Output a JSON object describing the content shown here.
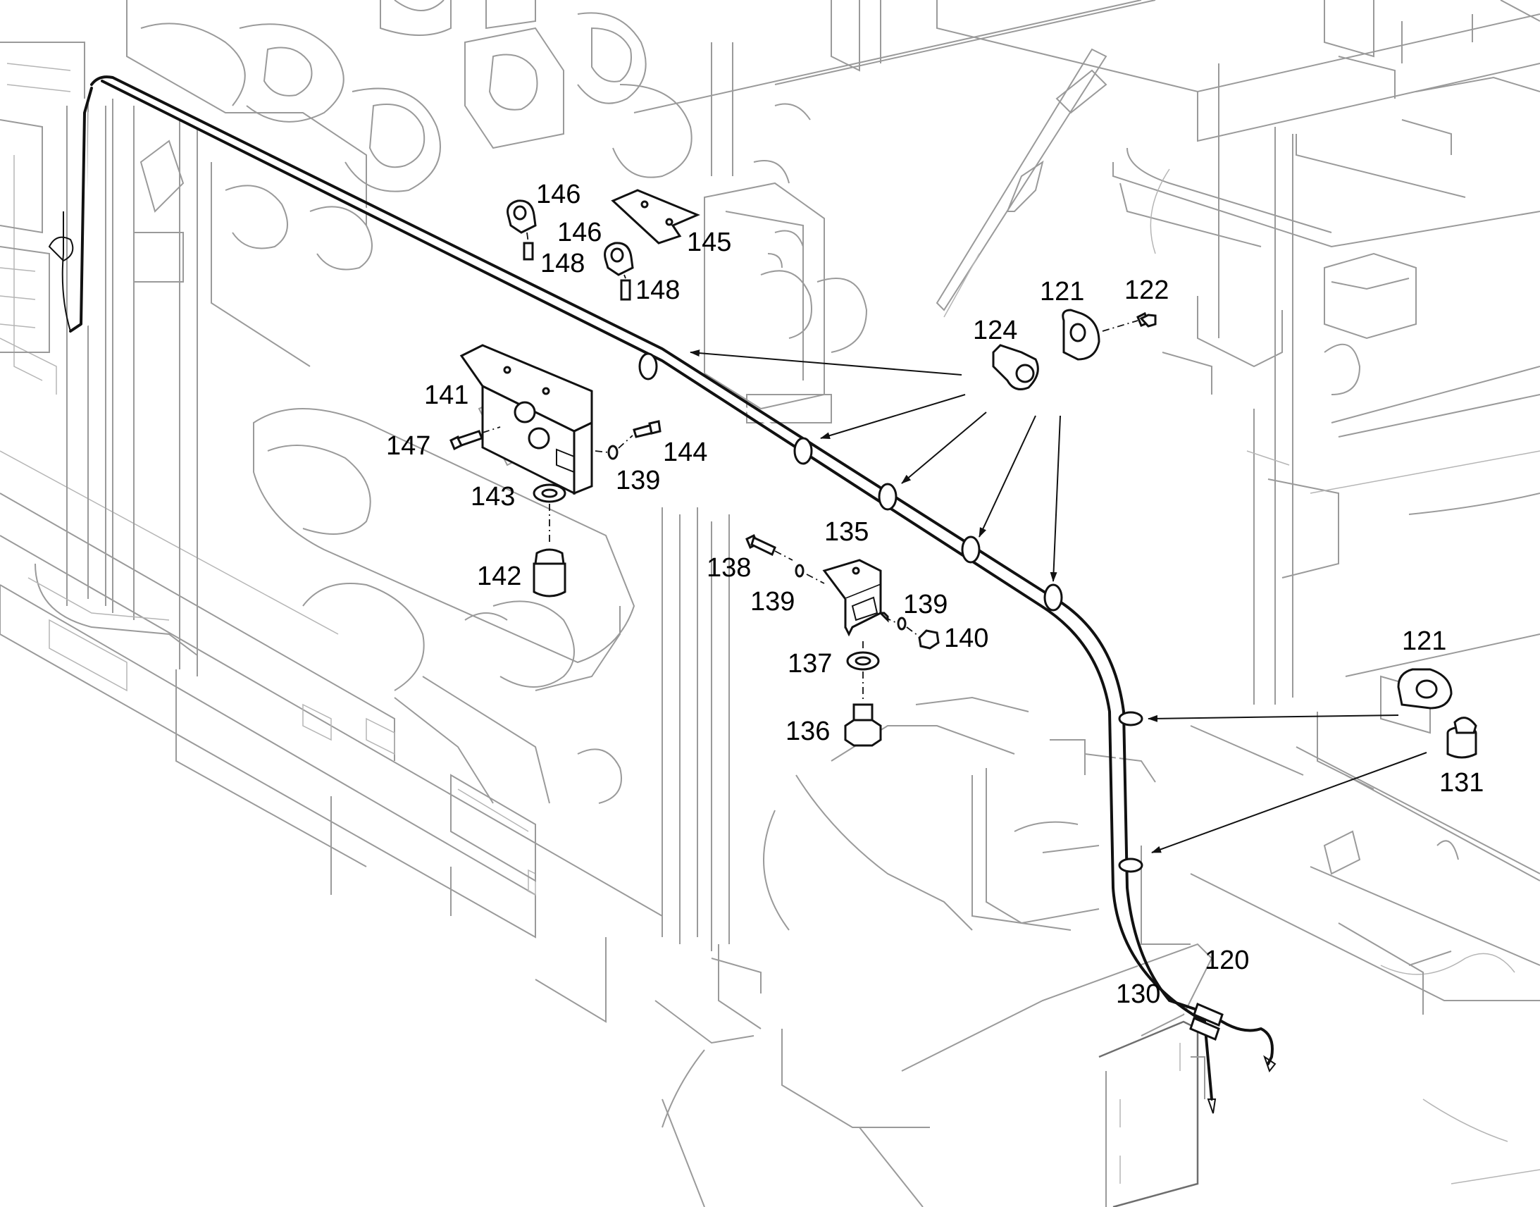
{
  "callouts": [
    {
      "id": "c146a",
      "text": "146"
    },
    {
      "id": "c146b",
      "text": "146"
    },
    {
      "id": "c145",
      "text": "145"
    },
    {
      "id": "c148a",
      "text": "148"
    },
    {
      "id": "c148b",
      "text": "148"
    },
    {
      "id": "c121a",
      "text": "121"
    },
    {
      "id": "c122",
      "text": "122"
    },
    {
      "id": "c124",
      "text": "124"
    },
    {
      "id": "c141",
      "text": "141"
    },
    {
      "id": "c147",
      "text": "147"
    },
    {
      "id": "c144",
      "text": "144"
    },
    {
      "id": "c139a",
      "text": "139"
    },
    {
      "id": "c143",
      "text": "143"
    },
    {
      "id": "c142",
      "text": "142"
    },
    {
      "id": "c135",
      "text": "135"
    },
    {
      "id": "c138",
      "text": "138"
    },
    {
      "id": "c139b",
      "text": "139"
    },
    {
      "id": "c139c",
      "text": "139"
    },
    {
      "id": "c140",
      "text": "140"
    },
    {
      "id": "c137",
      "text": "137"
    },
    {
      "id": "c136",
      "text": "136"
    },
    {
      "id": "c121b",
      "text": "121"
    },
    {
      "id": "c131",
      "text": "131"
    },
    {
      "id": "c120",
      "text": "120"
    },
    {
      "id": "c130",
      "text": "130"
    }
  ]
}
